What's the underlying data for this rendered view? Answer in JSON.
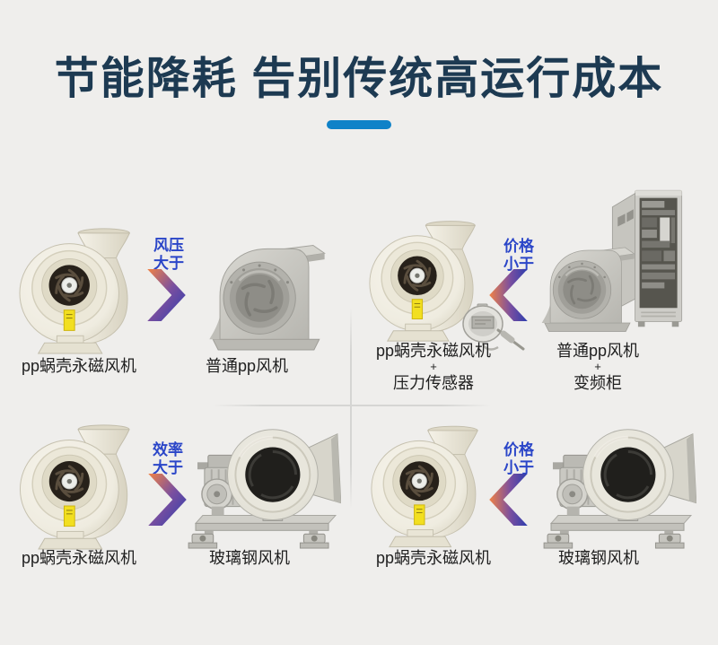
{
  "page": {
    "title": "节能降耗 告别传统高运行成本",
    "title_color": "#1d3a52",
    "background": "#efeeec",
    "accent_color": "#0f82c8",
    "relation_text_color": "#2b46c8",
    "caption_color": "#1f1f1f",
    "arrow_gradient": [
      "#f08246",
      "#7a4f9f",
      "#2c3dae"
    ]
  },
  "quadrants": {
    "top_left": {
      "left_caption": "pp蜗壳永磁风机",
      "relation_line1": "风压",
      "relation_line2": "大于",
      "direction": "greater-right",
      "right_caption": "普通pp风机"
    },
    "top_right": {
      "left_caption_1": "pp蜗壳永磁风机",
      "left_caption_2": "+",
      "left_caption_3": "压力传感器",
      "relation_line1": "价格",
      "relation_line2": "小于",
      "direction": "less-left",
      "right_caption_1": "普通pp风机",
      "right_caption_2": "+",
      "right_caption_3": "变频柜"
    },
    "bottom_left": {
      "left_caption": "pp蜗壳永磁风机",
      "relation_line1": "效率",
      "relation_line2": "大于",
      "direction": "greater-right",
      "right_caption": "玻璃钢风机"
    },
    "bottom_right": {
      "left_caption": "pp蜗壳永磁风机",
      "relation_line1": "价格",
      "relation_line2": "小于",
      "direction": "less-left",
      "right_caption": "玻璃钢风机"
    }
  }
}
